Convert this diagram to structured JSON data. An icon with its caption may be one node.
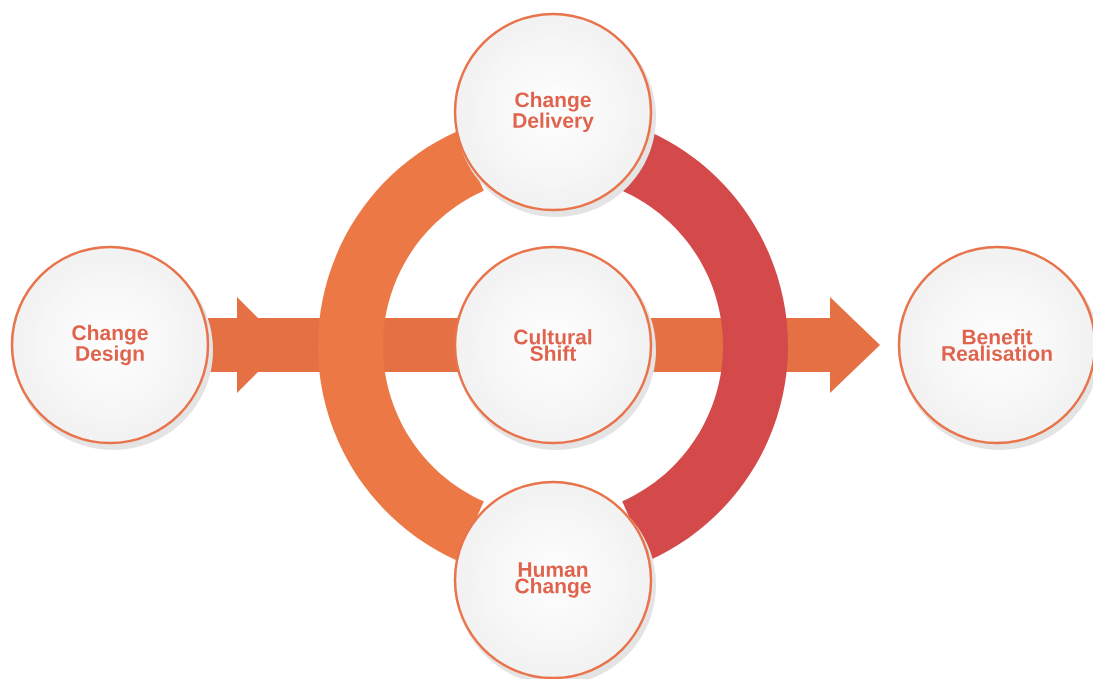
{
  "diagram": {
    "nodes": [
      {
        "text": [
          "Change Design"
        ]
      },
      {
        "text": [
          "Change Delivery"
        ]
      },
      {
        "text": [
          "Cultural Shift"
        ]
      },
      {
        "text": [
          "Human Change"
        ]
      },
      {
        "text": [
          "Benefit Realisation"
        ]
      }
    ],
    "edges": [
      {
        "from": 0,
        "to": 4,
        "arrow": "to"
      },
      {
        "from": 1,
        "to": 3,
        "arrow": "none"
      },
      {
        "from": 1,
        "to": 3,
        "arrow": "none"
      }
    ]
  }
}
